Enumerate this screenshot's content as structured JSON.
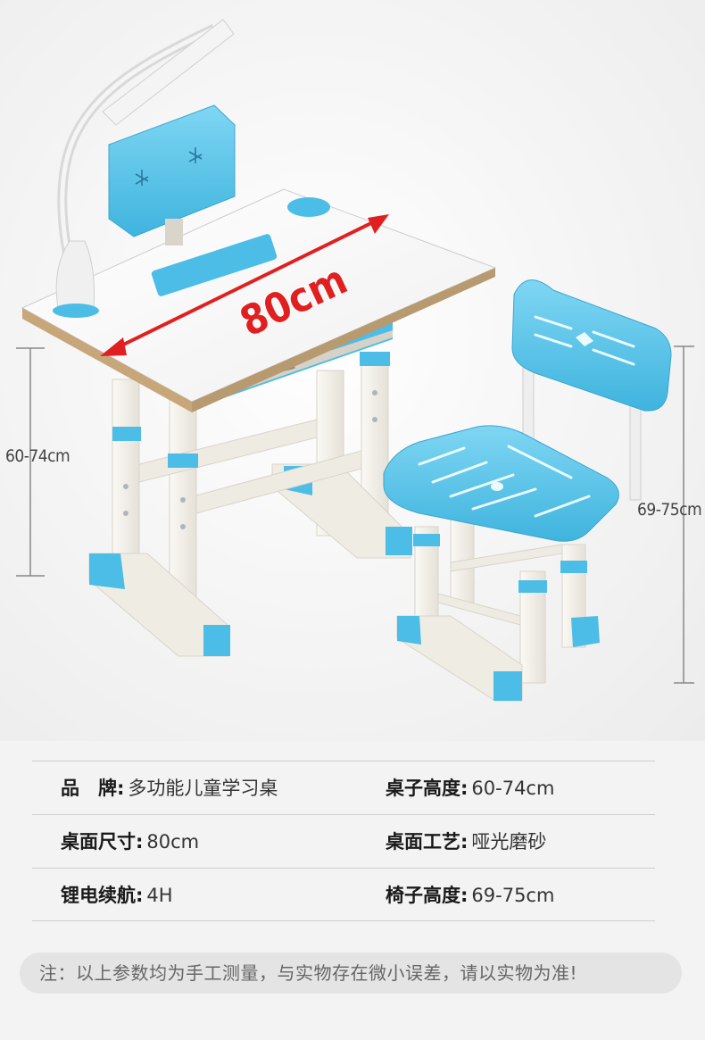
{
  "product": {
    "width_label": "80cm",
    "desk_height_label": "60-74cm",
    "chair_height_label": "69-75cm"
  },
  "specs": [
    {
      "left": {
        "key": "品　牌",
        "sep": ":",
        "value": "多功能儿童学习桌"
      },
      "right": {
        "key": "桌子高度",
        "sep": ":",
        "value": "60-74cm"
      }
    },
    {
      "left": {
        "key": "桌面尺寸",
        "sep": ":",
        "value": "80cm"
      },
      "right": {
        "key": "桌面工艺",
        "sep": ":",
        "value": "哑光磨砂"
      }
    },
    {
      "left": {
        "key": "锂电续航",
        "sep": ":",
        "value": "4H"
      },
      "right": {
        "key": "椅子高度",
        "sep": ":",
        "value": "69-75cm"
      }
    }
  ],
  "note": "注：以上参数均为手工测量，与实物存在微小误差，请以实物为准!",
  "colors": {
    "accent_blue": "#5ec8ec",
    "dimension_red": "#e02020",
    "frame_white": "#f2efe8"
  }
}
